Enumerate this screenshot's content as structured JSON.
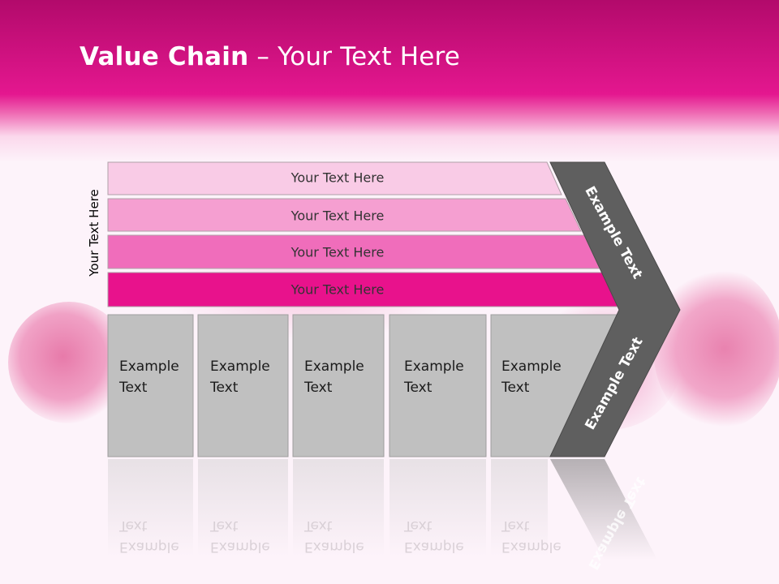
{
  "title": {
    "bold": "Value Chain",
    "rest": " – Your Text Here"
  },
  "side_label": "Your Text Here",
  "bars": [
    {
      "label": "Your Text Here",
      "color": "#f9cbe6"
    },
    {
      "label": "Your Text Here",
      "color": "#f59fd1"
    },
    {
      "label": "Your Text Here",
      "color": "#f06dbb"
    },
    {
      "label": "Your Text Here",
      "color": "#e8128c"
    }
  ],
  "boxes": [
    {
      "line1": "Example",
      "line2": "Text"
    },
    {
      "line1": "Example",
      "line2": "Text"
    },
    {
      "line1": "Example",
      "line2": "Text"
    },
    {
      "line1": "Example",
      "line2": "Text"
    },
    {
      "line1": "Example",
      "line2": "Text"
    }
  ],
  "chevron": {
    "upper": "Example Text",
    "lower": "Example Text",
    "color": "#5f5f5f"
  },
  "colors": {
    "box": "#c0c0c0",
    "header": "#e4178f",
    "flower": "#e96aa8"
  }
}
